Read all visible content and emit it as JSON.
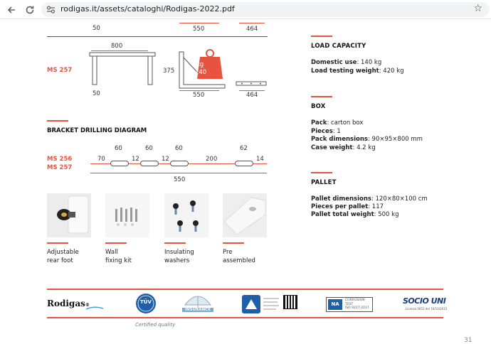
{
  "browser": {
    "url": "rodigas.it/assets/cataloghi/Rodigas-2022.pdf",
    "back_icon": "back-arrow-icon",
    "reload_icon": "reload-icon",
    "site_info_icon": "site-info-icon",
    "bookmark_icon": "star-icon"
  },
  "top_dims": {
    "left": "50",
    "middle": "550",
    "right": "464"
  },
  "ms257_diagram": {
    "model": "MS 257",
    "width": "800",
    "left_depth": "50",
    "height": "375",
    "load_unit": "kg",
    "load_value": "140",
    "depth": "550",
    "side_depth": "464"
  },
  "drilling": {
    "title": "BRACKET DRILLING DIAGRAM",
    "models": [
      "MS 256",
      "MS 257"
    ],
    "dims_top": [
      "60",
      "60",
      "60",
      "62"
    ],
    "dims_mid": [
      "70",
      "12",
      "12",
      "200",
      "14"
    ],
    "total": "550"
  },
  "cards": [
    {
      "line1": "Adjustable",
      "line2": "rear foot"
    },
    {
      "line1": "Wall",
      "line2": "fixing kit"
    },
    {
      "line1": "Insulating",
      "line2": "washers"
    },
    {
      "line1": "Pre",
      "line2": "assembled"
    }
  ],
  "load_capacity": {
    "title": "LOAD CAPACITY",
    "domestic_label": "Domestic use",
    "domestic_value": ": 140 kg",
    "testing_label": "Load testing weight",
    "testing_value": ": 420 kg"
  },
  "box": {
    "title": "BOX",
    "pack_label": "Pack",
    "pack_value": ": carton box",
    "pieces_label": "Pieces",
    "pieces_value": ": 1",
    "dims_label": "Pack dimensions",
    "dims_value": ": 90×95×800 mm",
    "weight_label": "Case weight",
    "weight_value": ": 4.2 kg"
  },
  "pallet": {
    "title": "PALLET",
    "dims_label": "Pallet dimensions",
    "dims_value": ": 120×80×100 cm",
    "pieces_label": "Pieces per pallet",
    "pieces_value": ": 117",
    "weight_label": "Pallet total weight",
    "weight_value": ": 500 kg"
  },
  "footer": {
    "brand": "Rodigas",
    "tuv": "TÜV",
    "insurance": "INSURANCE",
    "na_text": "NA",
    "corrosion_line1": "CORROSION",
    "corrosion_line2": "TEST",
    "corrosion_line3": "ISO 9227:2017",
    "socio": "SOCIO UNI",
    "socio_sub": "Licenza 0052 del 10/10/2015",
    "certified": "Certified quality",
    "page_number": "31"
  },
  "colors": {
    "accent": "#e8533f",
    "text": "#222222",
    "browser_bg": "#f1f3f4"
  }
}
